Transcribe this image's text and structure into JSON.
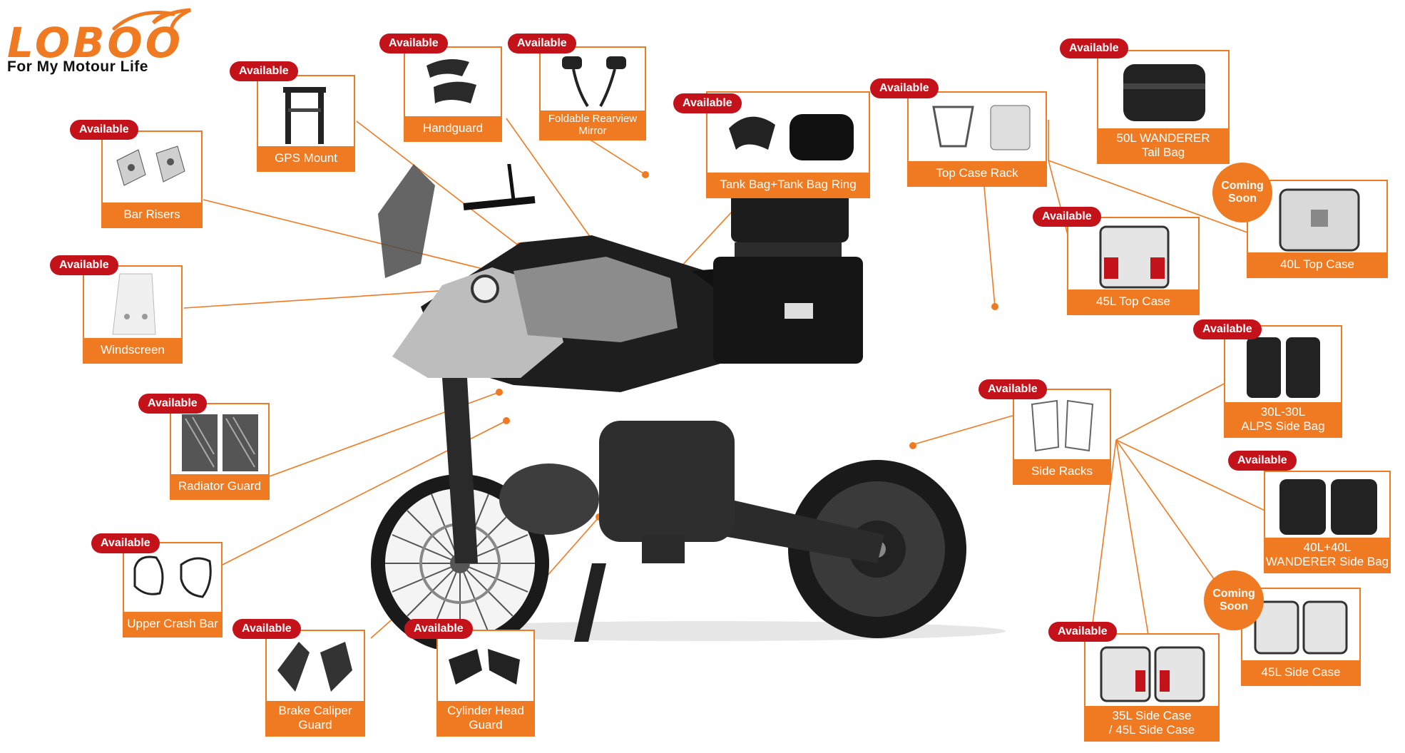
{
  "brand": {
    "logo_text": "LOBOO",
    "tagline": "For My Motour Life",
    "accent_color": "#f07a22",
    "badge_color": "#c4121a"
  },
  "badges": {
    "available": "Available",
    "coming_soon_line1": "Coming",
    "coming_soon_line2": "Soon"
  },
  "accessories": [
    {
      "id": "handguard",
      "label_lines": [
        "Handguard"
      ],
      "status": "available",
      "icon": "handguard-icon"
    },
    {
      "id": "mirror",
      "label_lines": [
        "Foldable Rearview",
        "Mirror"
      ],
      "status": "available",
      "icon": "mirror-icon"
    },
    {
      "id": "gps",
      "label_lines": [
        "GPS Mount"
      ],
      "status": "available",
      "icon": "gps-mount-icon"
    },
    {
      "id": "bar-risers",
      "label_lines": [
        "Bar Risers"
      ],
      "status": "available",
      "icon": "bar-risers-icon"
    },
    {
      "id": "windscreen",
      "label_lines": [
        "Windscreen"
      ],
      "status": "available",
      "icon": "windscreen-icon"
    },
    {
      "id": "radiator",
      "label_lines": [
        "Radiator Guard"
      ],
      "status": "available",
      "icon": "radiator-guard-icon"
    },
    {
      "id": "crash-bar",
      "label_lines": [
        "Upper Crash Bar"
      ],
      "status": "available",
      "icon": "crash-bar-icon"
    },
    {
      "id": "brake",
      "label_lines": [
        "Brake Caliper",
        "Guard"
      ],
      "status": "available",
      "icon": "caliper-guard-icon"
    },
    {
      "id": "cylinder",
      "label_lines": [
        "Cylinder Head",
        "Guard"
      ],
      "status": "available",
      "icon": "cylinder-guard-icon"
    },
    {
      "id": "tank-bag",
      "label_lines": [
        "Tank Bag+Tank Bag Ring"
      ],
      "status": "available",
      "icon": "tank-bag-icon"
    },
    {
      "id": "top-rack",
      "label_lines": [
        "Top Case Rack"
      ],
      "status": "available",
      "icon": "top-rack-icon"
    },
    {
      "id": "tail-bag",
      "label_lines": [
        "50L WANDERER",
        "Tail Bag"
      ],
      "status": "available",
      "icon": "tail-bag-icon"
    },
    {
      "id": "top40",
      "label_lines": [
        "40L Top Case"
      ],
      "status": "coming_soon",
      "icon": "top-case-icon"
    },
    {
      "id": "top45",
      "label_lines": [
        "45L Top Case"
      ],
      "status": "available",
      "icon": "top-case-icon"
    },
    {
      "id": "alps",
      "label_lines": [
        "30L-30L",
        "ALPS Side Bag"
      ],
      "status": "available",
      "icon": "side-bag-icon"
    },
    {
      "id": "side-racks",
      "label_lines": [
        "Side Racks"
      ],
      "status": "available",
      "icon": "side-racks-icon"
    },
    {
      "id": "wanderer-side",
      "label_lines": [
        "40L+40L",
        "WANDERER Side Bag"
      ],
      "status": "available",
      "icon": "side-bag-icon"
    },
    {
      "id": "side45",
      "label_lines": [
        "45L Side Case"
      ],
      "status": "coming_soon",
      "icon": "side-case-icon"
    },
    {
      "id": "side35",
      "label_lines": [
        "35L Side Case",
        "/ 45L Side Case"
      ],
      "status": "available",
      "icon": "side-case-icon"
    }
  ]
}
